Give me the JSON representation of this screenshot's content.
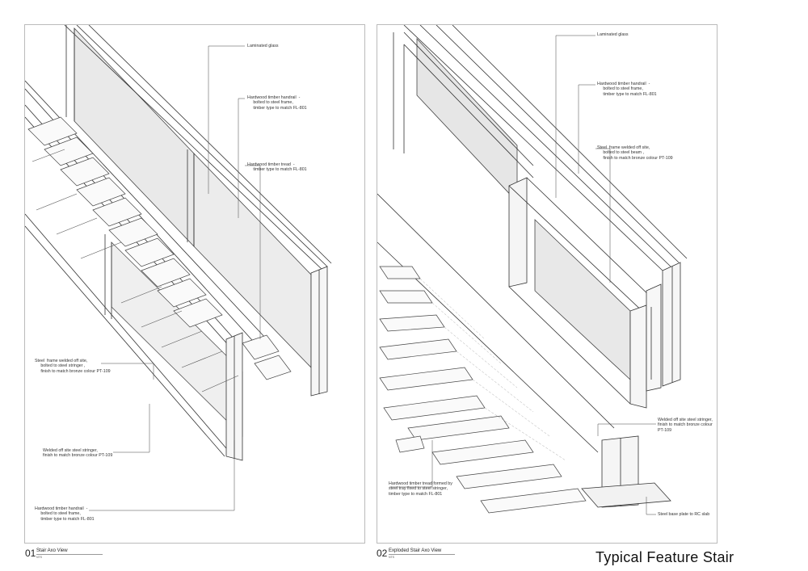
{
  "sheet_title": "Typical Feature Stair",
  "views": [
    {
      "number": "01",
      "title": "Stair Axo View",
      "scale": "NTS"
    },
    {
      "number": "02",
      "title": "Exploded Stair Axo View",
      "scale": "NTS"
    }
  ],
  "view1_notes": [
    "Laminated glass",
    "Hardwood timber handrail  -\n     bolted to steel frame,\n     timber type to match FL-801",
    "Hardwood timber tread  -\n     timber type to match FL-801",
    "Steel  frame welded off site,\n     bolted to steel stringer ,\n     finish to match bronze colour PT-109",
    "Welded off site steel stringer,\nfinish to match bronze colour PT-109",
    "Hardwood timber handrail  -\n     bolted to steel frame,\n     timber type to match FL-801"
  ],
  "view2_notes": [
    "Laminated glass",
    "Hardwood timber handrail  -\n     bolted to steel frame,\n     timber type to match FL-801",
    "Steel  frame welded off site,\n     bolted to steel beam ,\n     finish to match bronze colour PT-109",
    "Welded off site steel stringer,\nfinish to match bronze colour\nPT-109",
    "Hardwood timber tread formed by\nsteel tray fixed to steel stringer,\ntimber type to match FL-801",
    "Steel base plate to RC slab"
  ]
}
